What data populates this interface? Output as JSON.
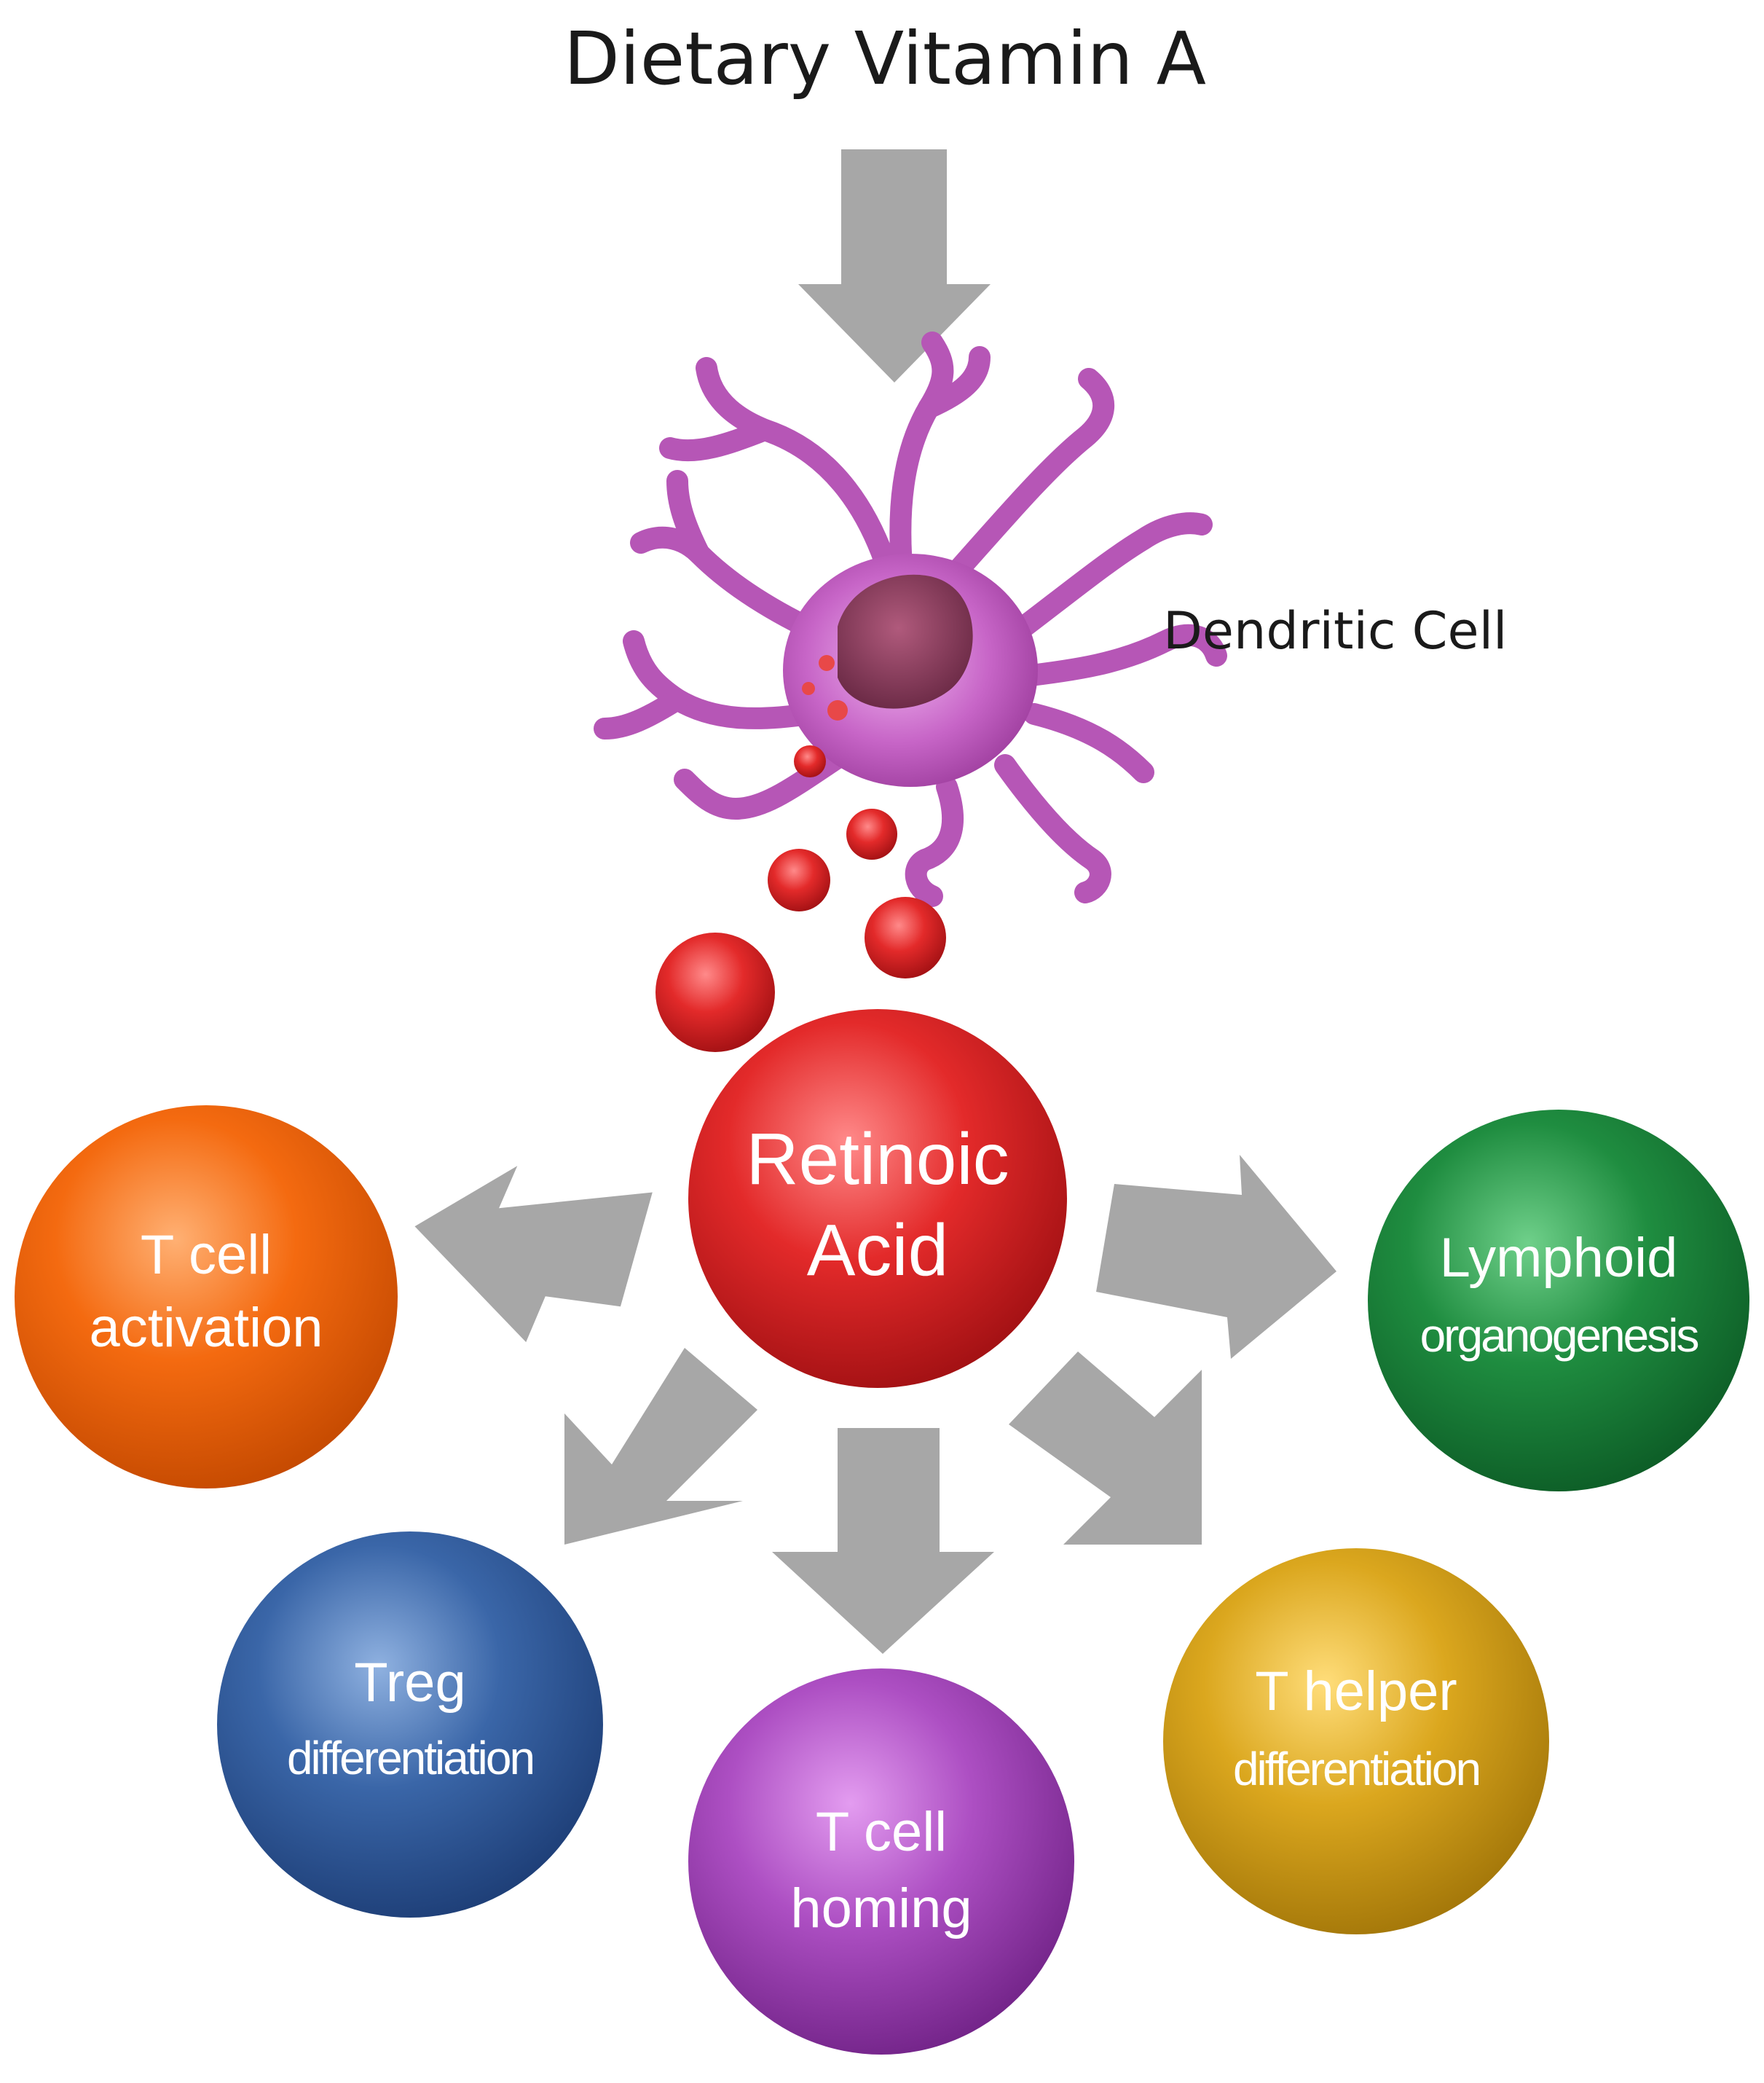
{
  "title": "Dietary Vitamin A",
  "dendritic_cell_label": "Dendritic Cell",
  "center": {
    "line1": "Retinoic",
    "line2": "Acid",
    "color": "#d91f26"
  },
  "outcomes": {
    "t_cell_activation": {
      "line1": "T cell",
      "line2": "activation",
      "color": "#f36c12"
    },
    "lymphoid_organogenesis": {
      "line1": "Lymphoid",
      "line2": "organogenesis",
      "color": "#1e8a3e"
    },
    "treg_differentiation": {
      "line1": "Treg",
      "line2": "differentiation",
      "color": "#2f5c9e"
    },
    "t_cell_homing": {
      "line1": "T cell",
      "line2": "homing",
      "color": "#a644bb"
    },
    "t_helper_differentiation": {
      "line1": "T helper",
      "line2": "differentiation",
      "color": "#d6a21a"
    }
  },
  "colors": {
    "arrow": "#a7a7a7",
    "dendritic_cell": "#bf5bbf",
    "nucleus": "#8a4060",
    "droplet": "#e03434"
  }
}
